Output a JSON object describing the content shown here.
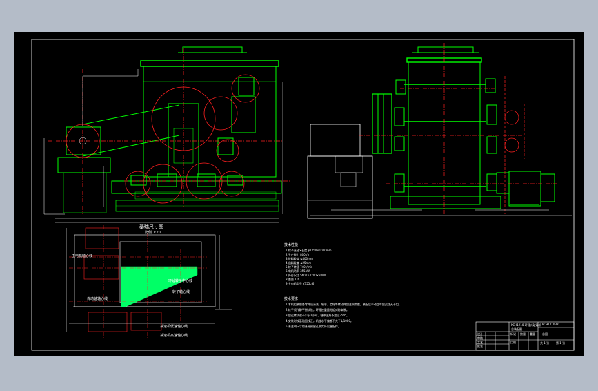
{
  "background_color": "#b4bcc8",
  "sheet_color": "#000000",
  "line_colors": {
    "outline": "#00ff00",
    "center": "#ff2020",
    "dimension": "#ffffff",
    "frame": "#ffffff",
    "section": "#00ff66"
  },
  "views": {
    "plan_title": "基础尺寸图",
    "plan_scale": "比例 1:20",
    "plan_labels": [
      "主电机轴心线",
      "传动轴轴心线",
      "环锤转子中心线",
      "转子轴心线",
      "减速机低速轴心线",
      "减速机高速轴心线"
    ]
  },
  "tech_params": {
    "heading": "技术性能",
    "rows": [
      "1.转子直径×长度  φ1250×1000mm",
      "2.生产能力  800t/h",
      "3.进料粒度  ≤400mm",
      "4.出料粒度  ≤25mm",
      "5.转子转速  740r/min",
      "6.电机功率  355kW",
      "7.外形尺寸  5600×4200×3200",
      "8.重量  11t",
      "9.主电机型号  Y355L-6"
    ]
  },
  "tech_requirements": {
    "heading": "技术要求",
    "items": [
      "1.本机组装前各零件须清洗，轴承、齿轮等转动件加注润滑脂，装配后手动盘车应灵活无卡阻。",
      "2.转子须作静平衡试验，环锤按重量分组对称安装。",
      "3.空运转试验不少于2小时，轴承温升不超过35℃。",
      "4.安装时按基础图找正，机座水平偏差不大于1/1000。",
      "5.未注明尺寸的基础预留孔按实际设备配作。"
    ]
  },
  "title_block": {
    "product": "PCH1210 环锤式破碎机",
    "drawing_title": "总装配图",
    "drawing_number": "PCH1210-00",
    "sheet_label": "总图",
    "small_cells": [
      "设计",
      "审核",
      "工艺",
      "批准",
      "标记",
      "数量",
      "重量",
      "比例",
      "共 1 张",
      "第 1 张"
    ]
  }
}
